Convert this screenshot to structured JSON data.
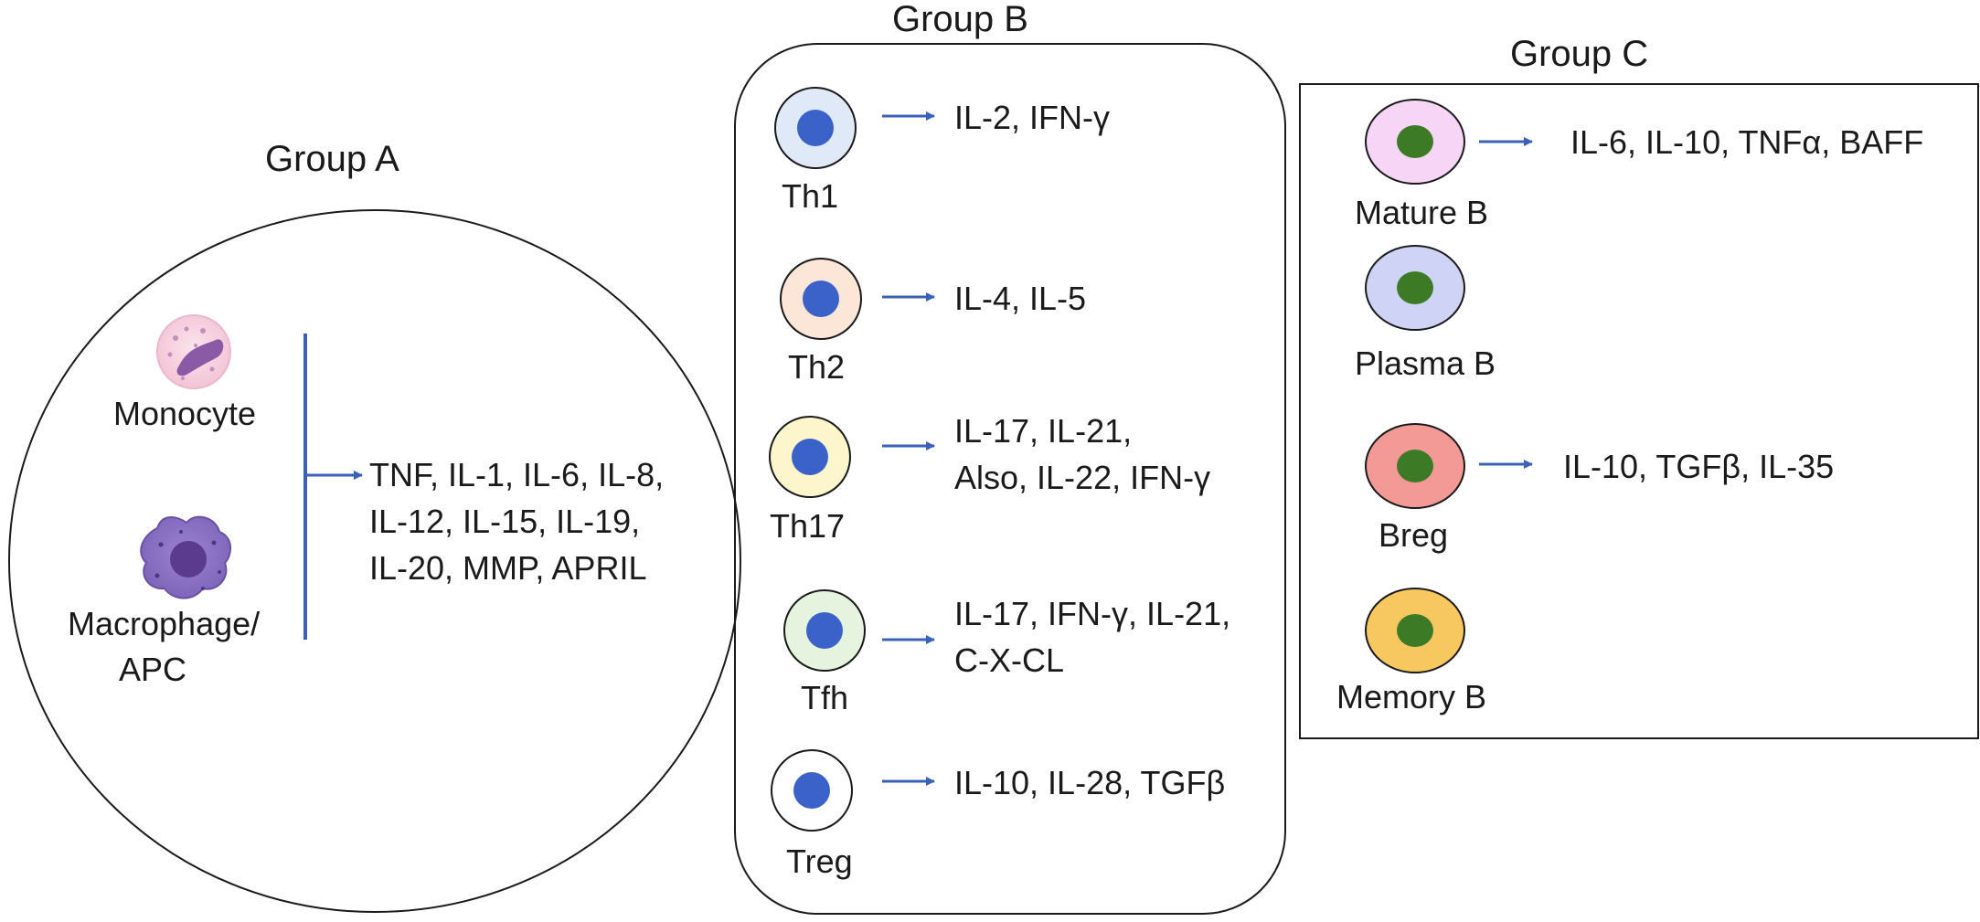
{
  "group_a": {
    "title": "Group A",
    "cells": {
      "monocyte": "Monocyte",
      "macrophage_line1": "Macrophage/",
      "macrophage_line2": "APC"
    },
    "cytokines": [
      "TNF, IL-1, IL-6, IL-8,",
      "IL-12, IL-15, IL-19,",
      "IL-20, MMP, APRIL"
    ]
  },
  "group_b": {
    "title": "Group B",
    "cells": [
      {
        "name": "Th1",
        "cytokines": [
          "IL-2, IFN-γ"
        ],
        "fill": "#dfe9f8"
      },
      {
        "name": "Th2",
        "cytokines": [
          "IL-4, IL-5"
        ],
        "fill": "#fbe6d7"
      },
      {
        "name": "Th17",
        "cytokines": [
          "IL-17, IL-21,",
          "Also, IL-22, IFN-γ"
        ],
        "fill": "#fdf6cc"
      },
      {
        "name": "Tfh",
        "cytokines": [
          "IL-17, IFN-γ, IL-21,",
          "C-X-CL"
        ],
        "fill": "#e6f3df"
      },
      {
        "name": "Treg",
        "cytokines": [
          "IL-10, IL-28, TGFβ"
        ],
        "fill": "#ffffff"
      }
    ]
  },
  "group_c": {
    "title": "Group C",
    "cells": [
      {
        "name": "Mature B",
        "cytokines": "IL-6, IL-10, TNFα, BAFF",
        "fill": "#f7d5f7"
      },
      {
        "name": "Plasma B",
        "cytokines": "",
        "fill": "#cfd4f6"
      },
      {
        "name": "Breg",
        "cytokines": "IL-10, TGFβ, IL-35",
        "fill": "#f39a96"
      },
      {
        "name": "Memory B",
        "cytokines": "",
        "fill": "#f7c860"
      }
    ]
  },
  "colors": {
    "arrow": "#3a60b8",
    "t_nucleus": "#3a62c9",
    "b_nucleus": "#3c7a25",
    "outline": "#1a1a1a"
  },
  "icons": [
    "monocyte-icon",
    "macrophage-icon"
  ]
}
